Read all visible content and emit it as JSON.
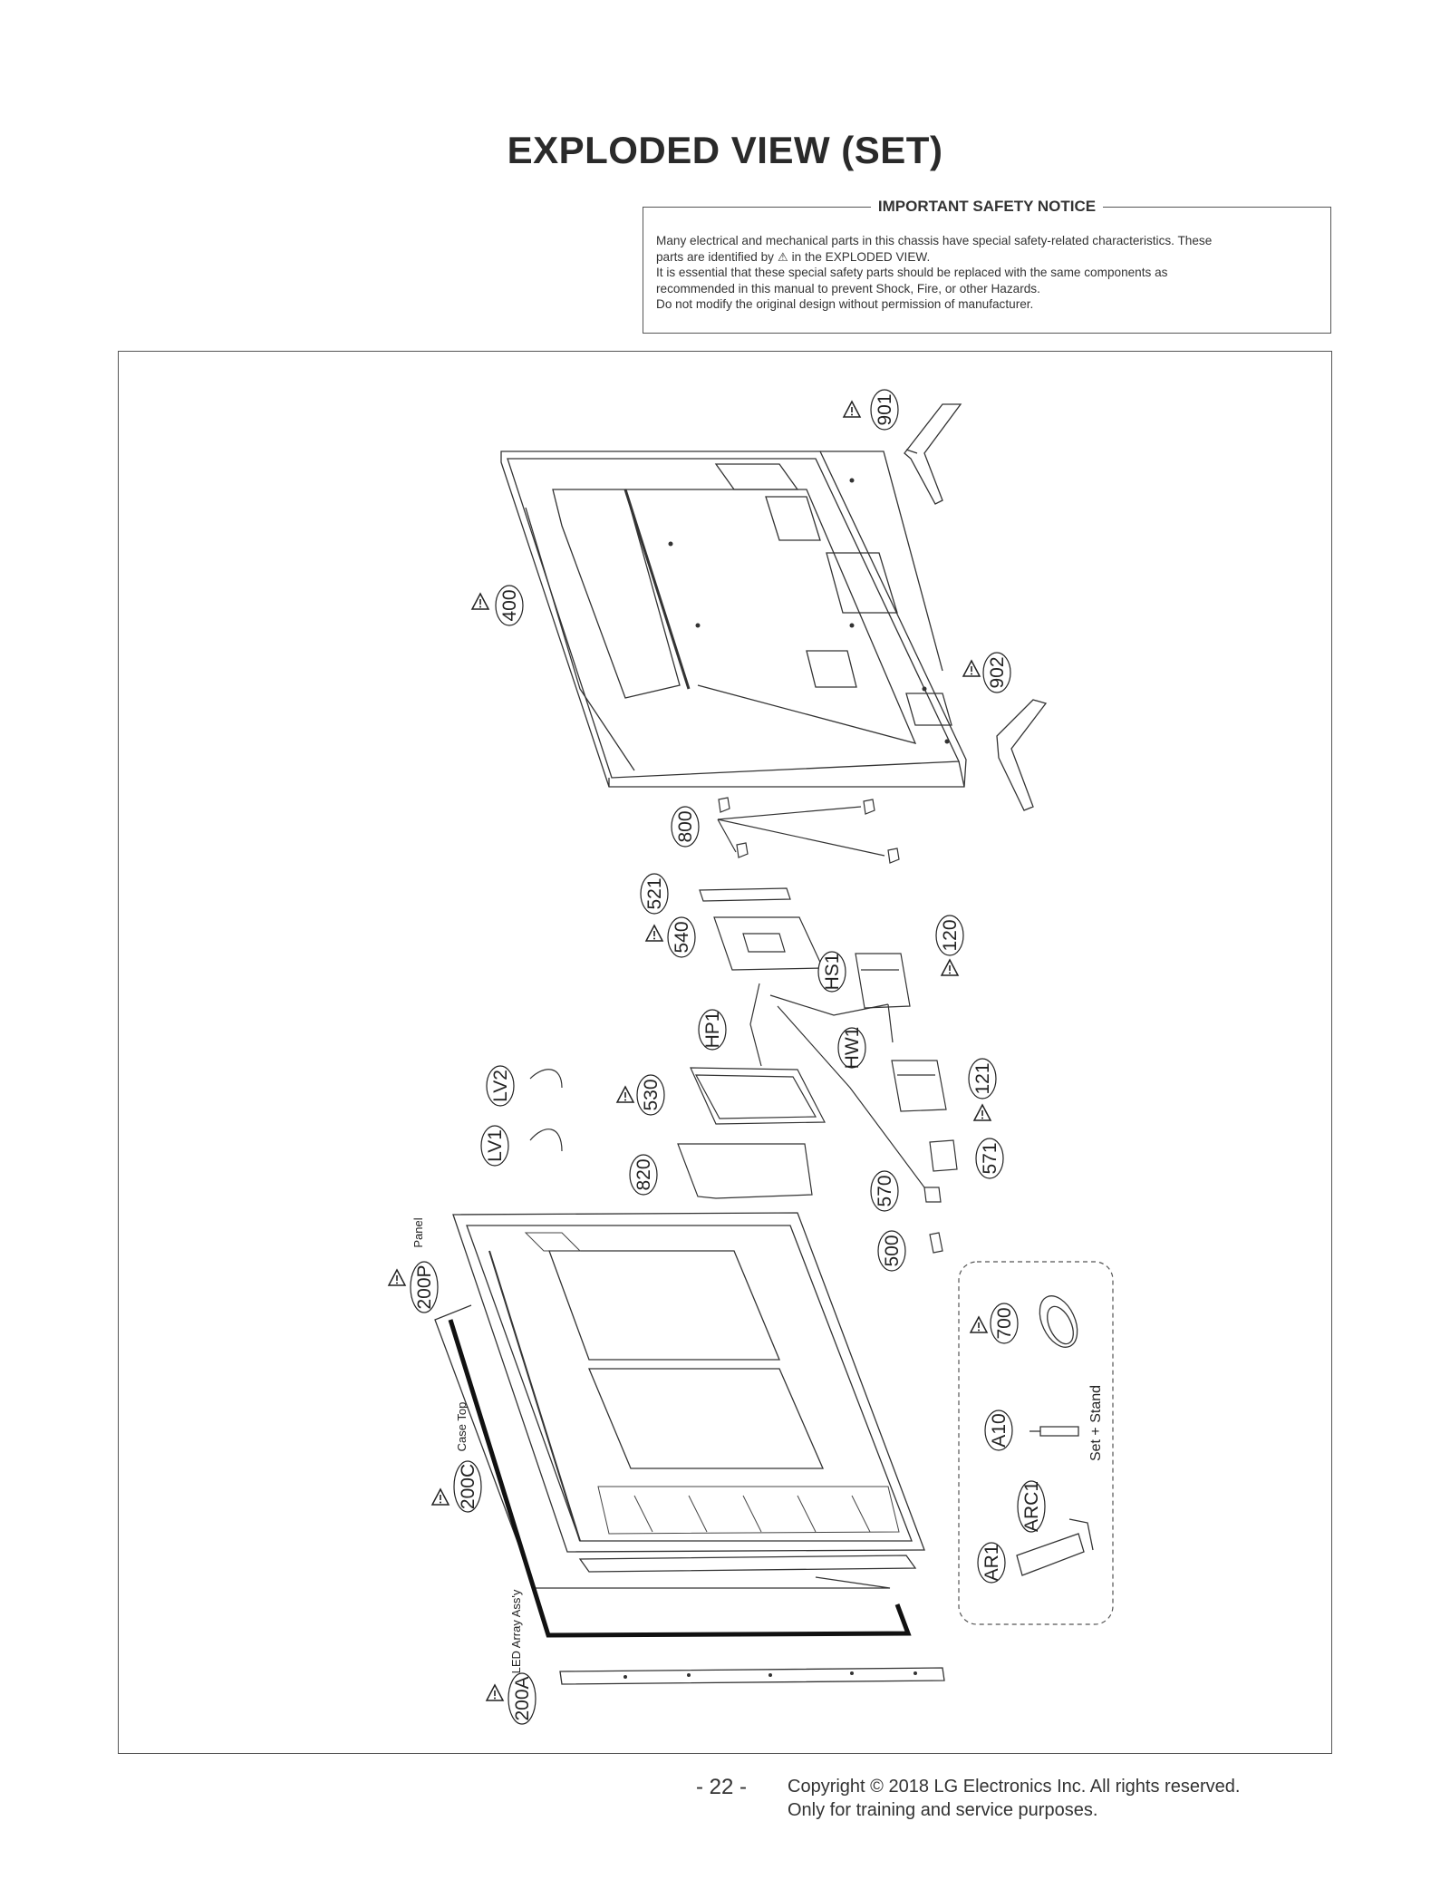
{
  "page_title": "EXPLODED VIEW (SET)",
  "notice": {
    "heading": "IMPORTANT SAFETY NOTICE",
    "line1": "Many electrical and mechanical parts in this chassis have special safety-related characteristics. These",
    "line2_pre": "parts are identified by",
    "line2_post": "in the EXPLODED VIEW.",
    "line3": "It is essential that these special safety parts should be replaced with the same components as",
    "line4": "recommended in this manual to prevent Shock, Fire, or other Hazards.",
    "line5": "Do not modify the original design without permission of manufacturer."
  },
  "warning_symbol": "⚠",
  "parts": {
    "p901": "901",
    "p400": "400",
    "p902": "902",
    "p800": "800",
    "p521": "521",
    "p540": "540",
    "p120": "120",
    "pHS1": "HS1",
    "pHP1": "HP1",
    "pHW1": "HW1",
    "pLV2": "LV2",
    "pLV1": "LV1",
    "p530": "530",
    "p121": "121",
    "p820": "820",
    "p571": "571",
    "p570": "570",
    "p500": "500",
    "p200P": "200P",
    "p200C": "200C",
    "p200A": "200A",
    "p700": "700",
    "pA10": "A10",
    "pARC1": "ARC1",
    "pAR1": "AR1"
  },
  "part_notes": {
    "panel": "Panel",
    "case_top": "Case Top",
    "led_array": "LED Array Ass'y",
    "set_stand": "Set + Stand"
  },
  "footer": {
    "page_number": "- 22 -",
    "copyright": "Copyright © 2018 LG Electronics Inc. All rights reserved.",
    "purpose": "Only for training and service purposes."
  }
}
